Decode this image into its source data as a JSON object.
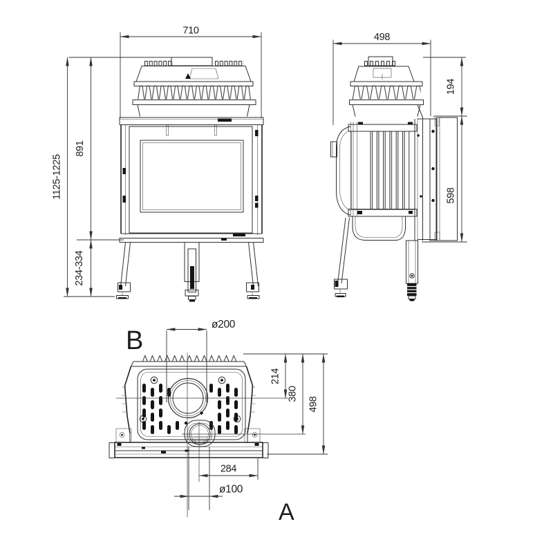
{
  "views": {
    "front": {
      "dims": {
        "width": "710",
        "total_height": "1125-1225",
        "body_height": "891",
        "leg_height": "234-334"
      }
    },
    "side": {
      "dims": {
        "depth": "498",
        "top_section_height": "194",
        "body_height": "598"
      }
    },
    "top": {
      "section_labels": {
        "back": "B",
        "front": "A"
      },
      "dims": {
        "flue_diameter": "ø200",
        "flue_center_from_back": "214",
        "intake_center_from_back": "380",
        "depth": "498",
        "intake_center_offset": "284",
        "intake_diameter": "ø100"
      }
    }
  },
  "colors": {
    "line": "#2e2e2e",
    "dimension": "#333333",
    "background": "#ffffff"
  }
}
